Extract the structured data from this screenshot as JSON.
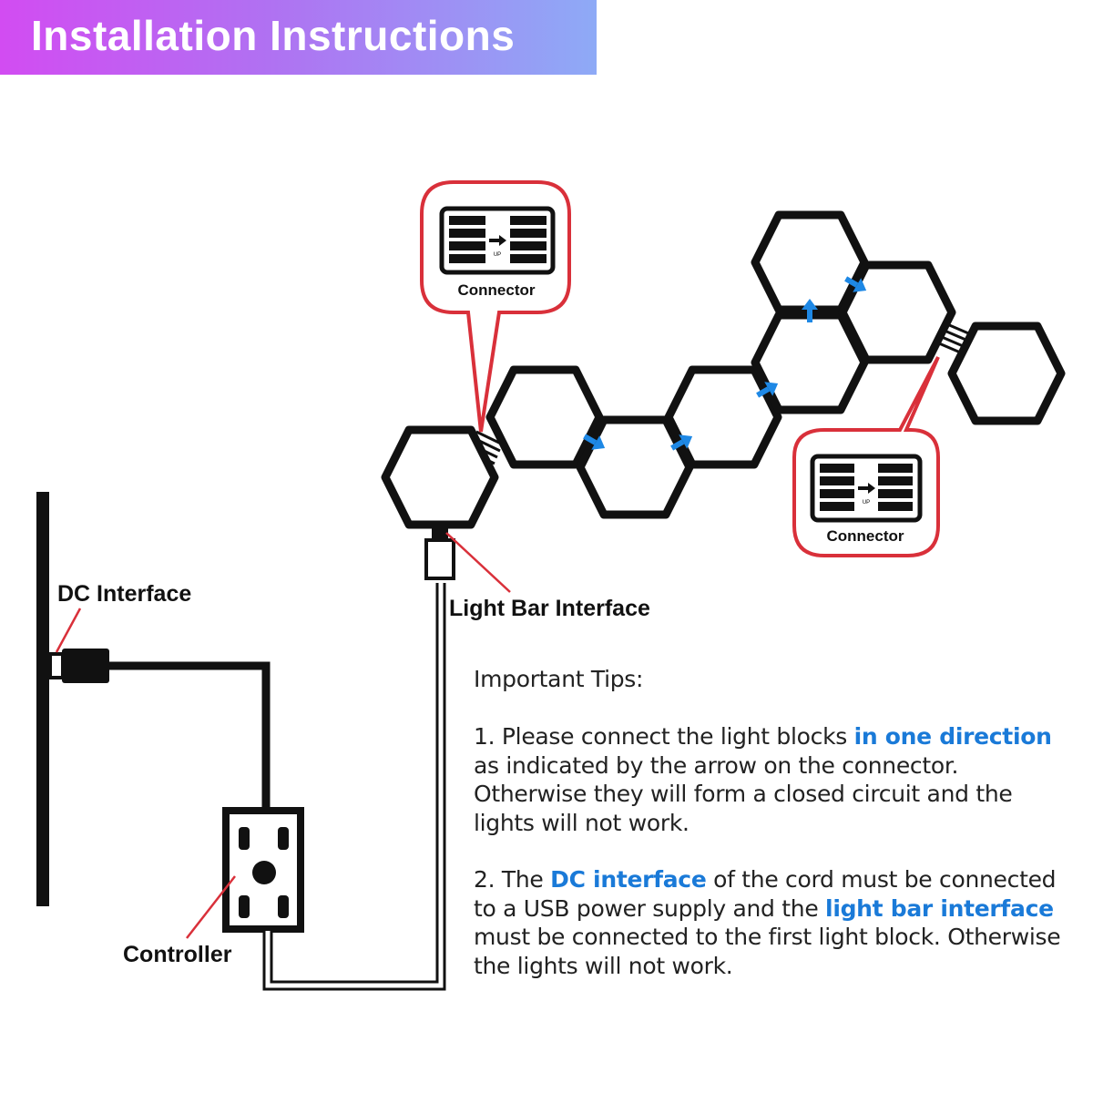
{
  "header": {
    "title": "Installation Instructions"
  },
  "labels": {
    "connector_top": "Connector",
    "connector_bottom": "Connector",
    "connector_icon_text": "UP",
    "dc_interface": "DC Interface",
    "light_bar_interface": "Light Bar Interface",
    "controller": "Controller"
  },
  "tips": {
    "heading": "Important Tips:",
    "tip1": {
      "line1_a": "1. Please connect the light blocks ",
      "line1_highlight": "in one direction",
      "line2": "as indicated by the arrow on the connector.",
      "line3": "Otherwise they will form a closed circuit and the",
      "line4": "lights will not work."
    },
    "tip2": {
      "line1_a": "2. The ",
      "line1_highlight": "DC interface",
      "line1_b": " of the cord must be connected",
      "line2_a": "to a USB  power supply and the ",
      "line2_highlight": "light bar interface",
      "line3": "must be connected to the first light block. Otherwise",
      "line4": "the lights will not work."
    }
  },
  "colors": {
    "banner_start": "#d24cf2",
    "banner_end": "#8eaaf6",
    "highlight_blue": "#1a7ad8",
    "arrow_blue": "#1e88e5",
    "callout_red": "#d9303a",
    "outline": "#111111"
  }
}
